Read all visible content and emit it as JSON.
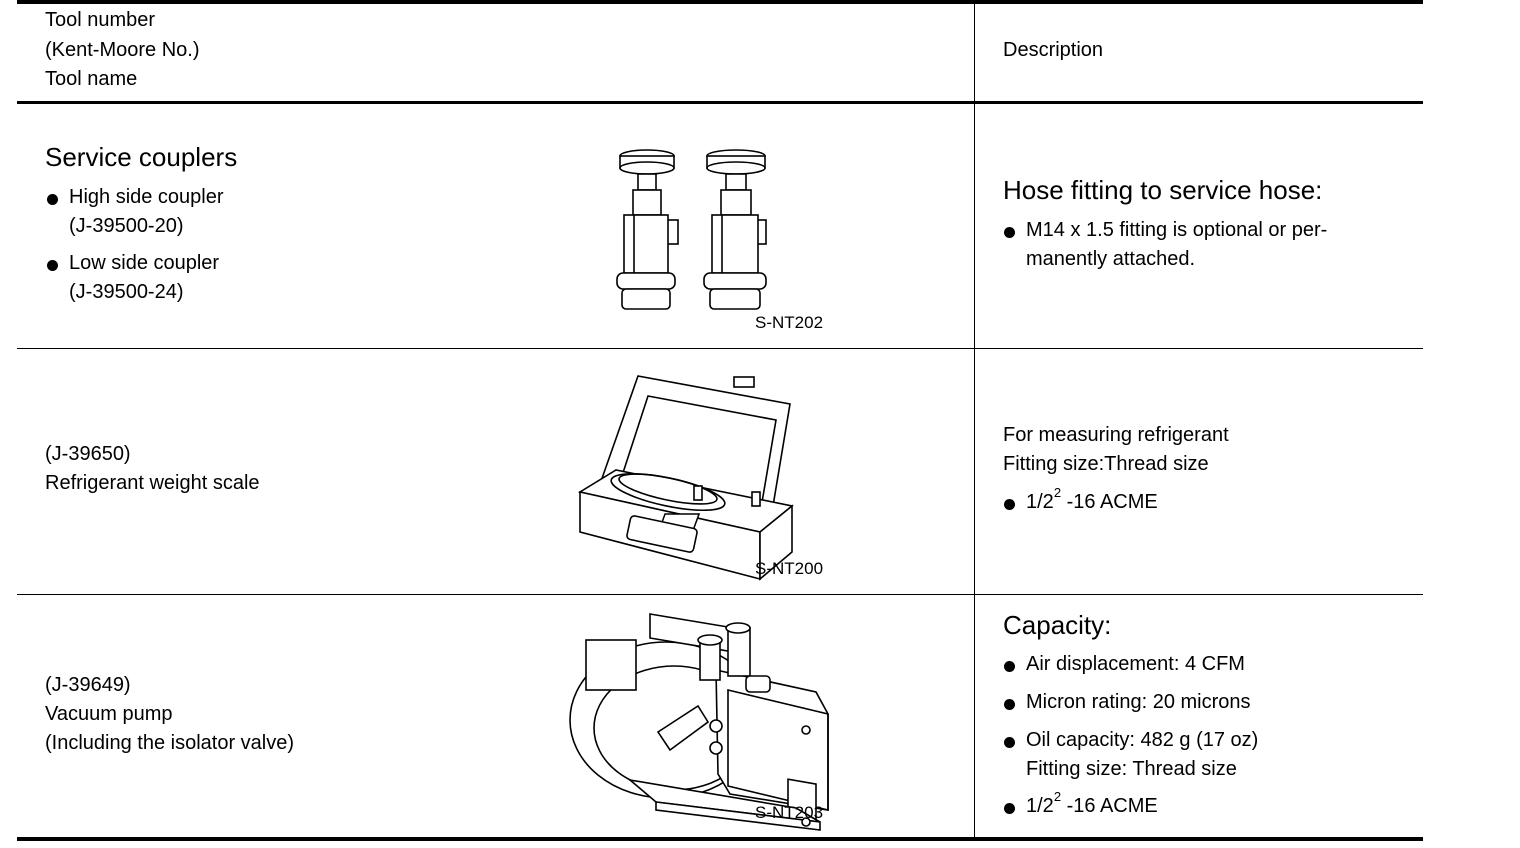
{
  "header": {
    "col1_line1": "Tool number",
    "col1_line2": "(Kent-Moore No.)",
    "col1_line3": "Tool name",
    "col2": "Description"
  },
  "rows": [
    {
      "tool_title": "Service couplers",
      "items": [
        {
          "line1": "High side coupler",
          "line2": "(J-39500-20)"
        },
        {
          "line1": "Low side coupler",
          "line2": "(J-39500-24)"
        }
      ],
      "image_code": "S-NT202",
      "image_icon": "service-couplers-illustration",
      "desc_title": "Hose fitting to service hose:",
      "desc_bullets": [
        {
          "line1": "M14 x 1.5 fitting is optional or per-",
          "line2": "manently attached."
        }
      ]
    },
    {
      "tool_number": "(J-39650)",
      "tool_name": "Refrigerant weight scale",
      "image_code": "S-NT200",
      "image_icon": "refrigerant-weight-scale-illustration",
      "desc_line1": "For measuring refrigerant",
      "desc_line2": "Fitting size:Thread size",
      "desc_bullet_base": "1/2",
      "desc_bullet_sup": "2",
      "desc_bullet_rest": " -16 ACME"
    },
    {
      "tool_number": "(J-39649)",
      "tool_name": "Vacuum pump",
      "tool_note": "(Including the isolator valve)",
      "image_code": "S-NT203",
      "image_icon": "vacuum-pump-illustration",
      "desc_title": "Capacity:",
      "desc_bullets": [
        {
          "line1": "Air displacement: 4 CFM"
        },
        {
          "line1": "Micron rating: 20 microns"
        },
        {
          "line1": "Oil capacity: 482 g (17 oz)",
          "line2": "Fitting size: Thread size"
        }
      ],
      "desc_last_bullet_base": "1/2",
      "desc_last_bullet_sup": "2",
      "desc_last_bullet_rest": " -16 ACME"
    }
  ]
}
